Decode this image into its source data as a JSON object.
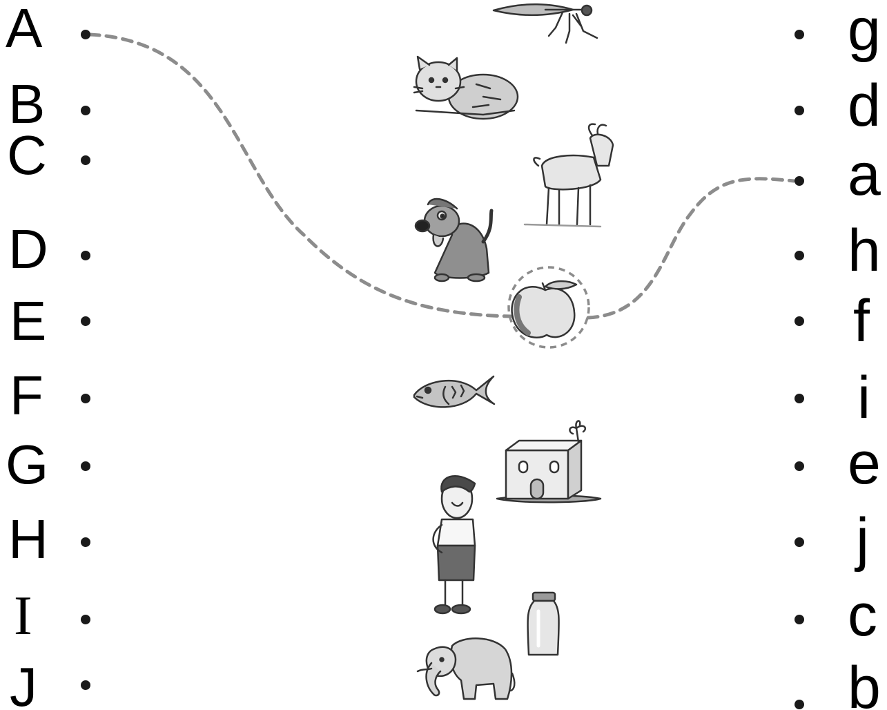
{
  "left_labels": [
    "A",
    "B",
    "C",
    "D",
    "E",
    "F",
    "G",
    "H",
    "I",
    "J"
  ],
  "right_labels": [
    "g",
    "d",
    "a",
    "h",
    "f",
    "i",
    "e",
    "j",
    "c",
    "b"
  ],
  "pictures": [
    "mosquito",
    "cat",
    "goat",
    "dog",
    "apple",
    "fish",
    "house",
    "boy",
    "bottle",
    "elephant"
  ],
  "example_match": {
    "left": "A",
    "picture": "apple",
    "right": "a"
  },
  "colors": {
    "text": "#1a1a1a",
    "dashed_line": "#8c8c8c",
    "picture_fill": "#d9d9d9"
  }
}
